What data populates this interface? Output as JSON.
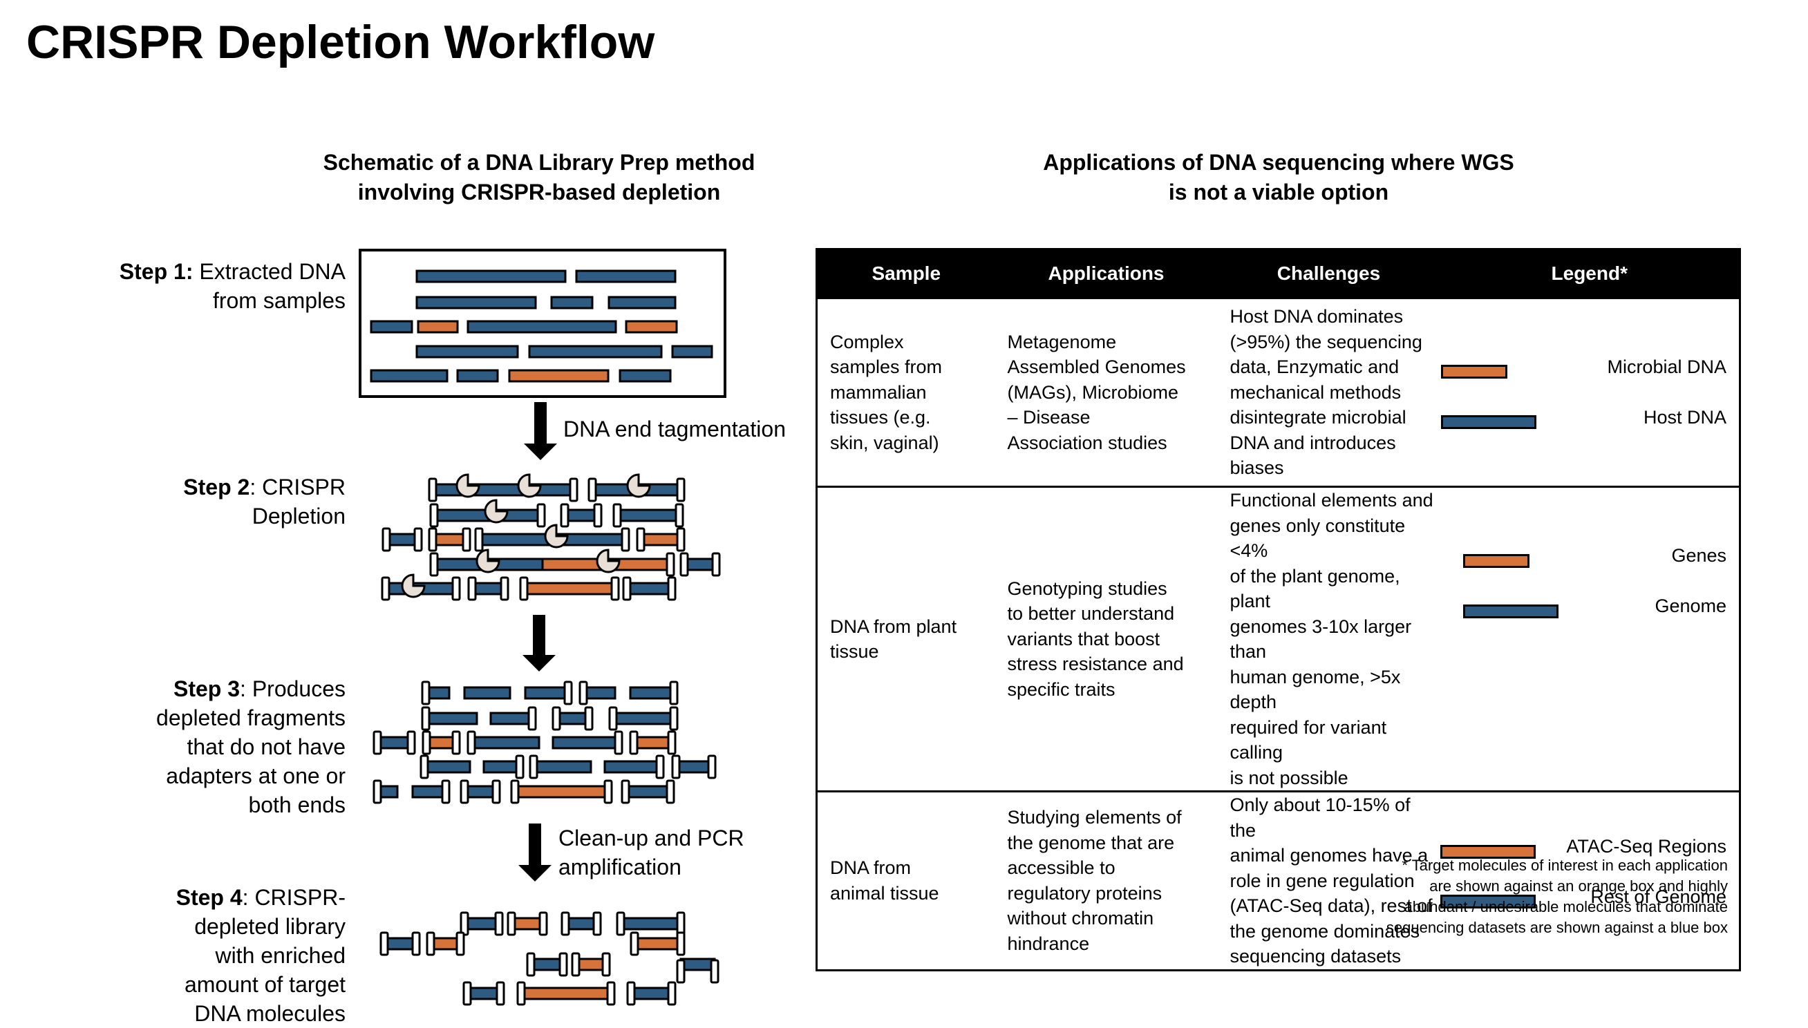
{
  "title": "CRISPR Depletion Workflow",
  "left_panel": {
    "subtitle_line1": "Schematic of a DNA Library Prep method",
    "subtitle_line2": "involving CRISPR-based depletion",
    "steps": [
      {
        "label": "Step 1",
        "sep": ":",
        "text": [
          " Extracted DNA",
          "from samples"
        ]
      },
      {
        "label": "Step 2",
        "sep": ":",
        "text": [
          " CRISPR",
          "Depletion"
        ]
      },
      {
        "label": "Step 3",
        "sep": ":",
        "text": [
          " Produces",
          "depleted fragments",
          "that do not have",
          "adapters at one or",
          "both ends"
        ]
      },
      {
        "label": "Step 4",
        "sep": ":",
        "text": [
          " CRISPR-",
          "depleted library",
          "with enriched",
          "amount of target",
          "DNA molecules"
        ]
      }
    ],
    "arrow_labels": {
      "tagmentation": "DNA end tagmentation",
      "cleanup_line1": "Clean-up and PCR",
      "cleanup_line2": "amplification"
    }
  },
  "right_panel": {
    "subtitle_line1": "Applications of DNA sequencing where WGS",
    "subtitle_line2": "is not a viable option",
    "table": {
      "headers": [
        "Sample",
        "Applications",
        "Challenges",
        "Legend*"
      ],
      "rows": [
        {
          "sample": [
            "Complex",
            "samples from",
            "mammalian",
            "tissues (e.g.",
            "skin, vaginal)"
          ],
          "applications": [
            "Metagenome",
            "Assembled Genomes",
            "(MAGs), Microbiome",
            "– Disease",
            "Association studies"
          ],
          "challenges": [
            "Host DNA dominates",
            "(>95%) the sequencing",
            "data, Enzymatic and",
            "mechanical methods",
            "disintegrate microbial",
            "DNA and introduces",
            "biases"
          ],
          "legend_target": "Microbial DNA",
          "legend_background": "Host DNA"
        },
        {
          "sample": [
            "DNA from plant",
            "tissue"
          ],
          "applications": [
            "Genotyping studies",
            "to better understand",
            "variants that boost",
            "stress resistance and",
            "specific traits"
          ],
          "challenges": [
            "Functional elements and",
            "genes only constitute <4%",
            "of the plant genome, plant",
            "genomes 3-10x larger than",
            "human genome, >5x depth",
            "required for variant calling",
            "is not possible"
          ],
          "legend_target": "Genes",
          "legend_background": "Genome"
        },
        {
          "sample": [
            "DNA from",
            "animal tissue"
          ],
          "applications": [
            "Studying elements of",
            "the genome that are",
            "accessible to",
            "regulatory proteins",
            "without chromatin",
            "hindrance"
          ],
          "challenges": [
            "Only about 10-15% of the",
            "animal genomes have a",
            "role in gene regulation",
            "(ATAC-Seq data), rest of",
            "the genome dominates",
            "sequencing datasets"
          ],
          "legend_target": "ATAC-Seq Regions",
          "legend_background": "Rest of Genome"
        }
      ]
    },
    "footnote": "* Target molecules of interest in each application\nare shown against an orange box and highly\nabundant / undesirable molecules that dominate\nsequencing datasets are shown against a blue box"
  },
  "colors": {
    "host_dna": "#2e5b82",
    "target_dna": "#d6733a",
    "cas9": "#e8e0d6",
    "outline": "#000000"
  }
}
